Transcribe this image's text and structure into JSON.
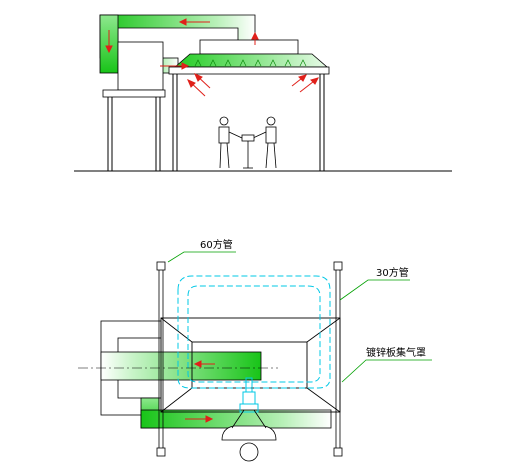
{
  "labels": {
    "pipe_60": "60方管",
    "pipe_30": "30方管",
    "hood": "镀锌板集气罩"
  },
  "colors": {
    "duct_green": "#22cc22",
    "arrow_red": "#e0201a",
    "guide_cyan": "#00c8e6",
    "label_line_green": "#00a000",
    "line_black": "#000000"
  },
  "icons": {
    "worker": "person-icon",
    "arrow": "arrow-icon"
  }
}
